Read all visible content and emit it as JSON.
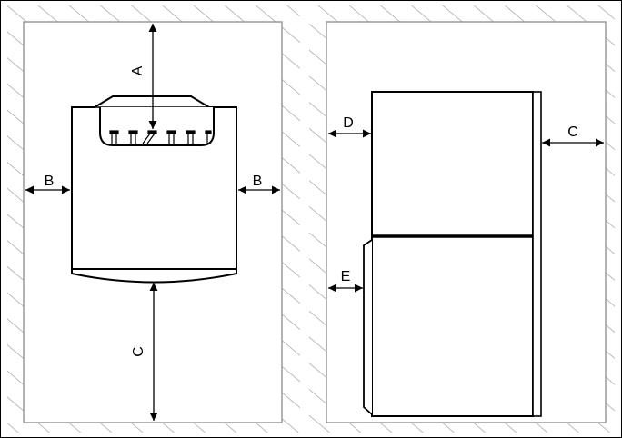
{
  "labels": {
    "a": "A",
    "b_left": "B",
    "b_right": "B",
    "c_front": "C",
    "c_side": "C",
    "d": "D",
    "e": "E"
  },
  "colors": {
    "hatch": "#9a9a9a",
    "line": "#000000",
    "background": "#ffffff"
  }
}
